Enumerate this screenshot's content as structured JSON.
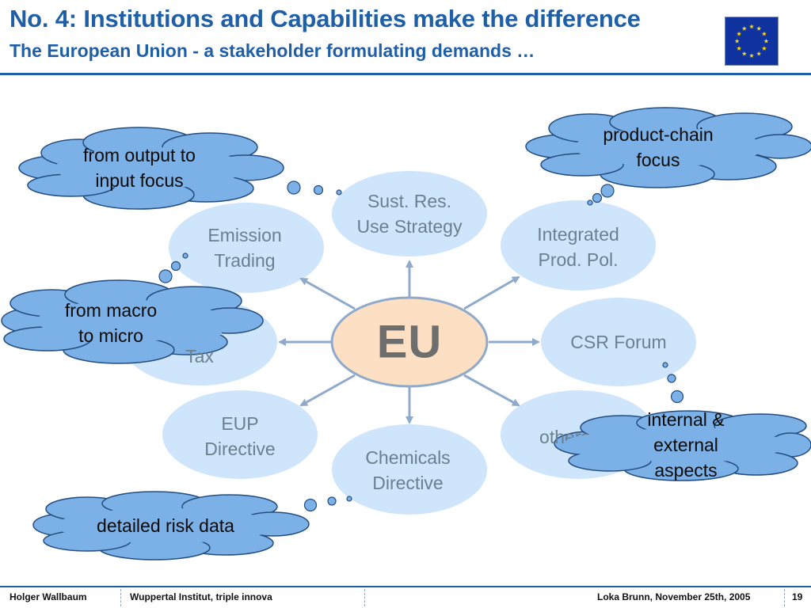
{
  "header": {
    "title": "No. 4: Institutions and Capabilities make the difference",
    "subtitle": "The European Union - a stakeholder formulating demands …"
  },
  "flag": {
    "icon": "eu-flag-icon",
    "background": "#1133a0",
    "star_color": "#ffdd00"
  },
  "diagram": {
    "center": {
      "label": "EU",
      "fill": "#fde0c4",
      "stroke": "#8faacb"
    },
    "node_fill": "#cfe5fb",
    "arrow_color": "#8faacb",
    "nodes": [
      {
        "id": "sust-res",
        "label": "Sust. Res.\nUse Strategy"
      },
      {
        "id": "emission-trading",
        "label": "Emission\nTrading"
      },
      {
        "id": "integrated-prod-pol",
        "label": "Integrated\nProd. Pol."
      },
      {
        "id": "tax",
        "label": "Tax"
      },
      {
        "id": "csr-forum",
        "label": "CSR Forum"
      },
      {
        "id": "eup-directive",
        "label": "EUP\nDirective"
      },
      {
        "id": "chemicals-directive",
        "label": "Chemicals\nDirective"
      },
      {
        "id": "others",
        "label": "others"
      }
    ],
    "cloud_fill": "#7bb1e6",
    "cloud_stroke": "#244d80",
    "clouds": [
      {
        "id": "output-input",
        "label": "from output to\ninput focus"
      },
      {
        "id": "product-chain",
        "label": "product-chain focus"
      },
      {
        "id": "macro-micro",
        "label": "from macro\nto micro"
      },
      {
        "id": "internal-external",
        "label": "internal &\nexternal aspects"
      },
      {
        "id": "risk-data",
        "label": "detailed risk data"
      }
    ]
  },
  "footer": {
    "author": "Holger Wallbaum",
    "organization": "Wuppertal Institut, triple innova",
    "event": "Loka Brunn, November 25th, 2005",
    "page": "19"
  }
}
